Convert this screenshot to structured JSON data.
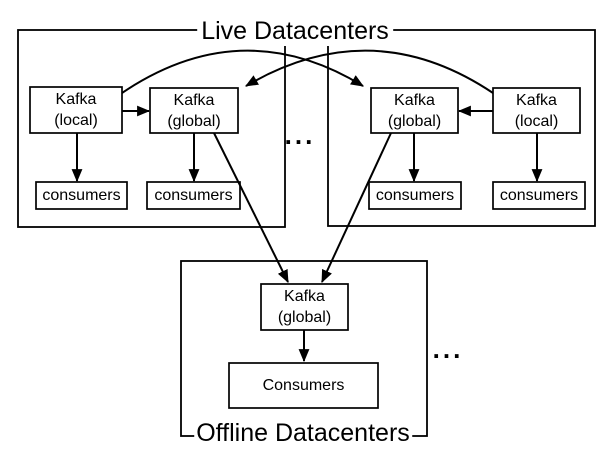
{
  "colors": {
    "line": "#000000",
    "background": "#ffffff"
  },
  "live": {
    "title": "Live Datacenters",
    "separator_dots": "...",
    "dc1": {
      "kafka_local": "Kafka\n(local)",
      "kafka_global": "Kafka\n(global)",
      "consumers_under_local": "consumers",
      "consumers_under_global": "consumers"
    },
    "dc2": {
      "kafka_global": "Kafka\n(global)",
      "kafka_local": "Kafka\n(local)",
      "consumers_under_global": "consumers",
      "consumers_under_local": "consumers"
    }
  },
  "offline": {
    "title": "Offline Datacenters",
    "separator_dots": "...",
    "kafka_global": "Kafka\n(global)",
    "consumers": "Consumers"
  }
}
